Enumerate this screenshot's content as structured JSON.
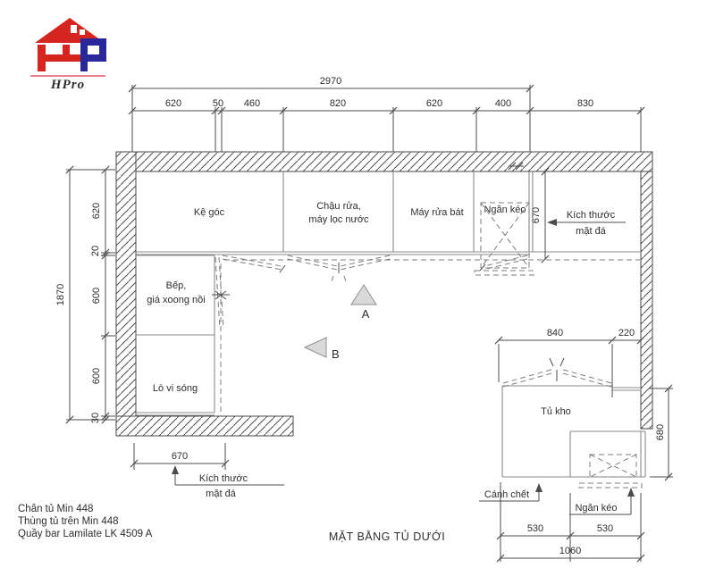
{
  "logo": {
    "brand": "HPro"
  },
  "colors": {
    "logo_red": "#d6251f",
    "logo_blue": "#28289b",
    "line_gray": "#555555"
  },
  "title": "MẶT BẰNG TỦ DƯỚI",
  "notes": [
    "Chân tủ Min 448",
    "Thùng tủ trên Min 448",
    "Quầy bar Lamilate LK 4509 A"
  ],
  "top_dims": {
    "total": "2970",
    "segments": [
      "620",
      "50",
      "460",
      "820",
      "620",
      "400",
      "830"
    ]
  },
  "left_dims": {
    "total": "1870",
    "segments": [
      "620",
      "20",
      "600",
      "600",
      "30"
    ]
  },
  "counter_dims": {
    "depth_right": "670",
    "depth_bottom_left": "670"
  },
  "bar_dims": {
    "top_segments": [
      "840",
      "220"
    ],
    "height": "680",
    "bottom_segments": [
      "530",
      "530"
    ],
    "bottom_total": "1060"
  },
  "cabinets": {
    "corner_shelf": "Kệ góc",
    "sink_line1": "Chậu rửa,",
    "sink_line2": "máy lọc nước",
    "dishwasher": "Máy rửa bát",
    "drawer_top": "Ngăn kéo",
    "stove_line1": "Bếp,",
    "stove_line2": "giá xoong nồi",
    "microwave": "Lò vi sóng",
    "storage": "Tủ kho"
  },
  "annotations": {
    "stone_size_line1": "Kích thước",
    "stone_size_line2": "mặt đá",
    "dead_panel": "Cánh chết",
    "drawer_bottom": "Ngăn kéo",
    "section_a": "A",
    "section_b": "B"
  }
}
